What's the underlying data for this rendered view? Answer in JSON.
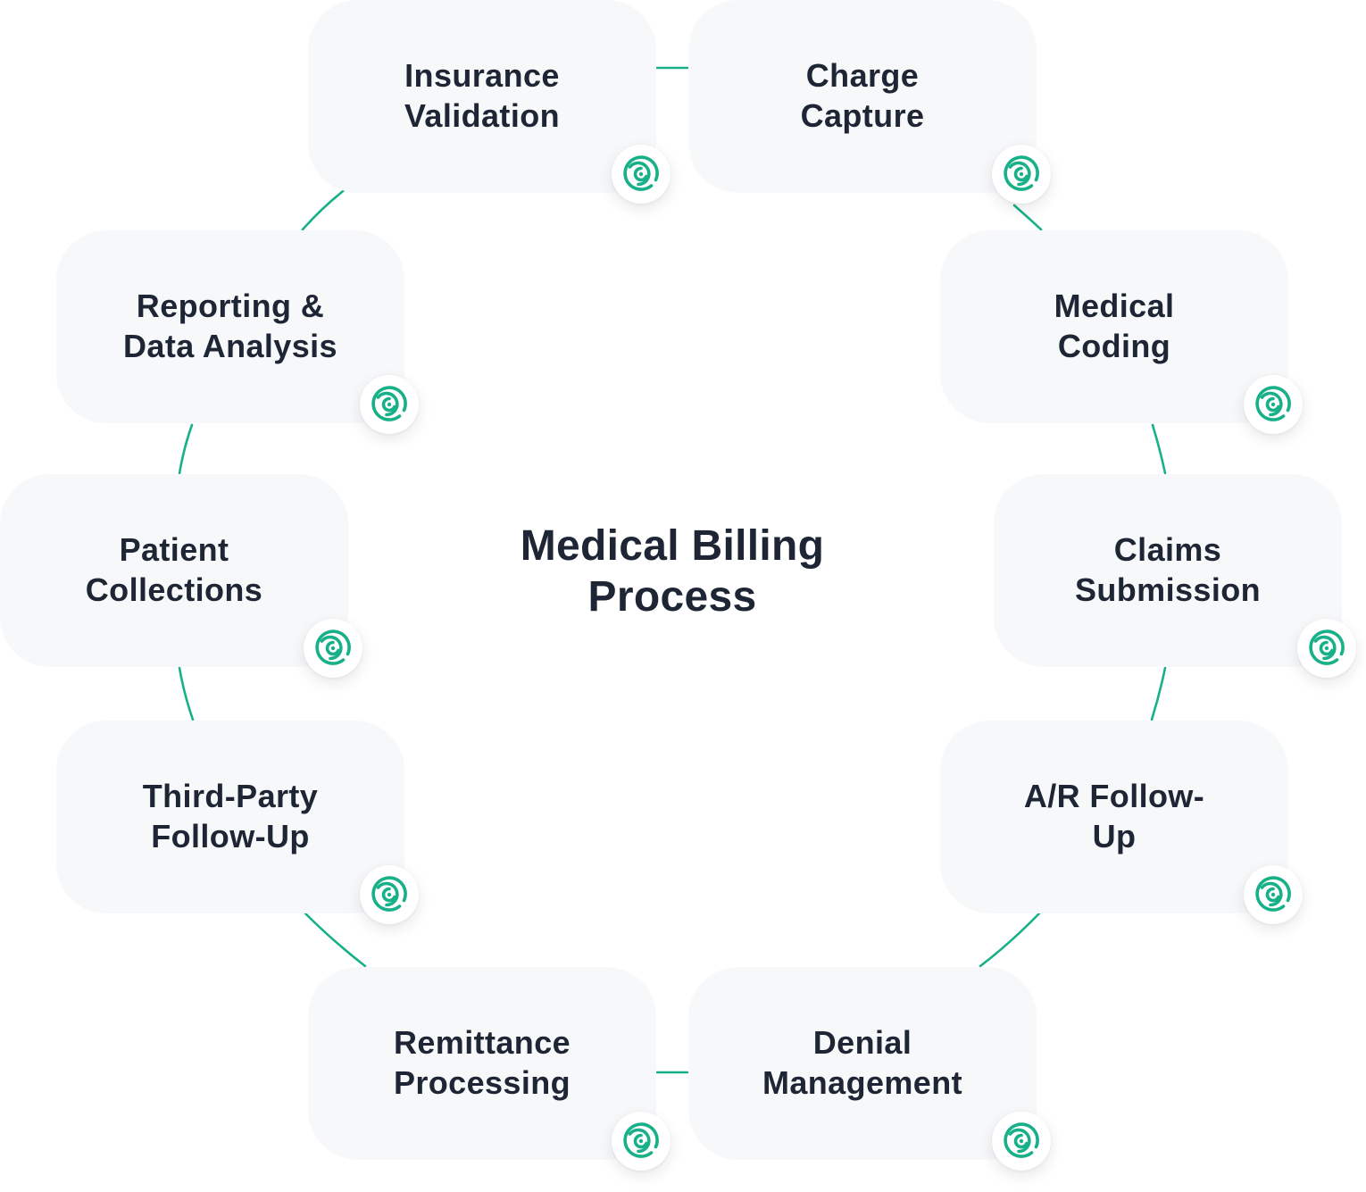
{
  "title": "Medical Billing\nProcess",
  "accent_color": "#17b088",
  "text_color": "#1e2635",
  "card_background": "#f7f8fa",
  "icon": "target-spiral-icon",
  "steps": [
    {
      "label": "Insurance\nValidation"
    },
    {
      "label": "Charge\nCapture"
    },
    {
      "label": "Medical\nCoding"
    },
    {
      "label": "Claims\nSubmission"
    },
    {
      "label": "A/R Follow-\nUp"
    },
    {
      "label": "Denial\nManagement"
    },
    {
      "label": "Remittance\nProcessing"
    },
    {
      "label": "Third-Party\nFollow-Up"
    },
    {
      "label": "Patient\nCollections"
    },
    {
      "label": "Reporting &\nData Analysis"
    }
  ]
}
